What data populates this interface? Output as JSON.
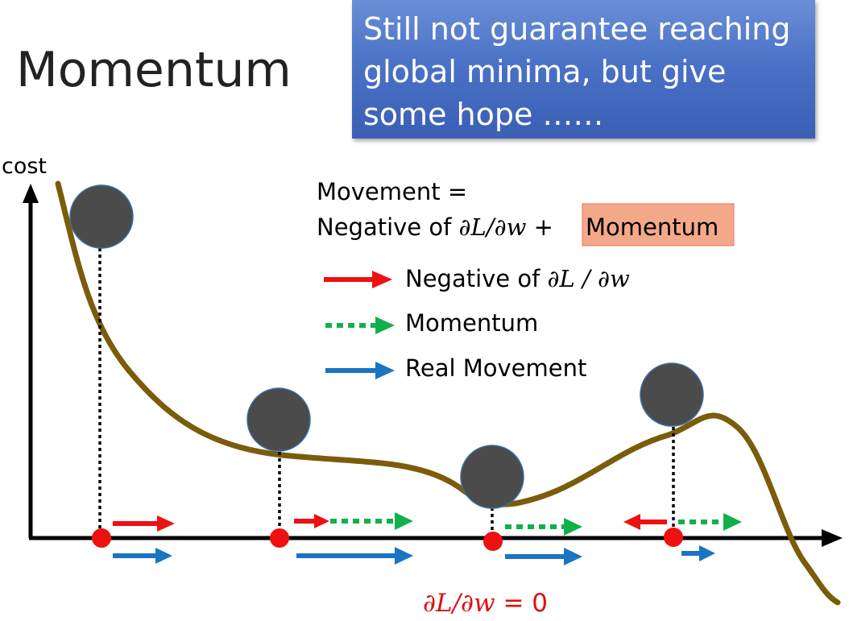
{
  "slide": {
    "title": "Momentum",
    "callout_text": "Still not guarantee reaching global minima, but give some hope ……",
    "callout_color": "#4a72c6"
  },
  "diagram": {
    "axis_y_label": "cost",
    "formula_line1": "Movement =",
    "formula_line2_prefix": "Negative of ",
    "formula_line2_math": "∂L/∂w",
    "formula_line2_plus": " + ",
    "formula_line2_highlight": "Momentum",
    "highlight_color": "#f4a88a",
    "legend": [
      {
        "label_prefix": "Negative of ",
        "label_math": "∂L / ∂w",
        "style": "solid",
        "color": "#ee1111"
      },
      {
        "label_prefix": "",
        "label_math": "",
        "label": "Momentum",
        "style": "dotted",
        "color": "#12b04a"
      },
      {
        "label_prefix": "",
        "label_math": "",
        "label": "Real Movement",
        "style": "solid",
        "color": "#1a74c4"
      }
    ],
    "bottom_label_math": "∂L/∂w",
    "bottom_label_suffix": " = 0",
    "bottom_label_color": "#dd1111",
    "curve_color": "#7a5c0a",
    "ball_color": "#4b4b4b",
    "point_color": "#ee1111"
  }
}
